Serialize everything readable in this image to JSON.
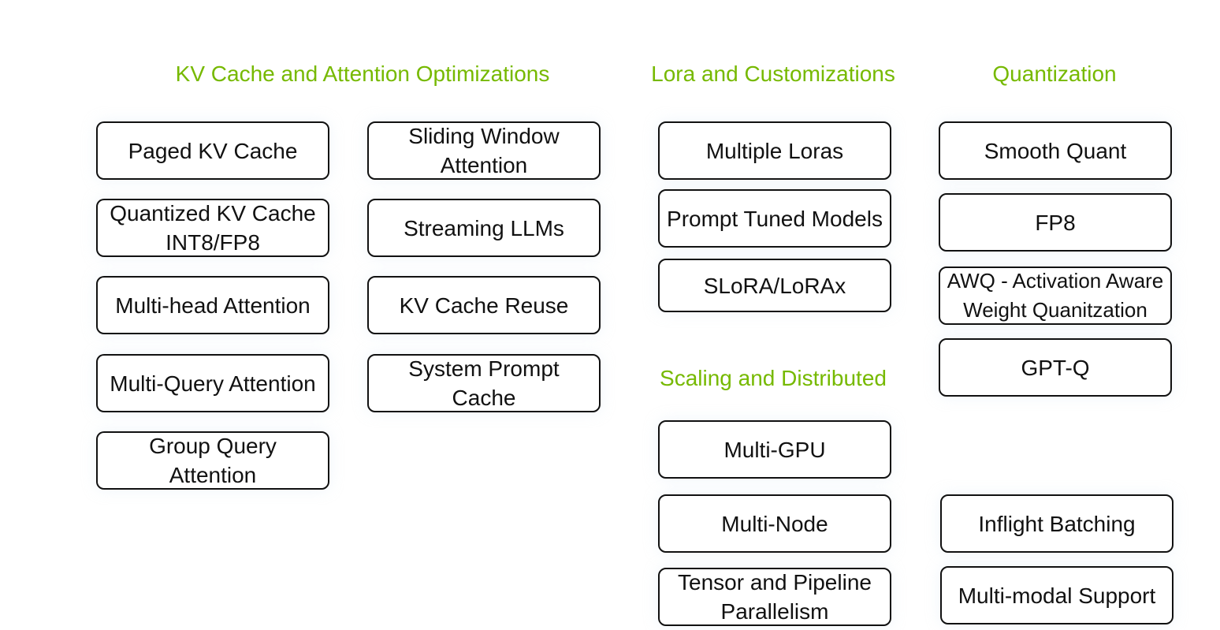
{
  "headings": {
    "kv_cache": "KV Cache and Attention Optimizations",
    "lora": "Lora and Customizations",
    "quantization": "Quantization",
    "scaling": "Scaling and Distributed"
  },
  "kv_cache_col1": [
    "Paged KV Cache",
    "Quantized KV Cache INT8/FP8",
    "Multi-head Attention",
    "Multi-Query Attention",
    "Group Query Attention"
  ],
  "kv_cache_col2": [
    "Sliding Window Attention",
    "Streaming LLMs",
    "KV Cache Reuse",
    "System Prompt Cache"
  ],
  "lora_items": [
    "Multiple Loras",
    "Prompt Tuned Models",
    "SLoRA/LoRAx"
  ],
  "scaling_items": [
    "Multi-GPU",
    "Multi-Node",
    "Tensor and Pipeline Parallelism"
  ],
  "quantization_items": [
    "Smooth Quant",
    "FP8",
    "AWQ - Activation Aware Weight Quanitzation",
    "GPT-Q"
  ],
  "other_items": [
    "Inflight Batching",
    "Multi-modal Support"
  ]
}
